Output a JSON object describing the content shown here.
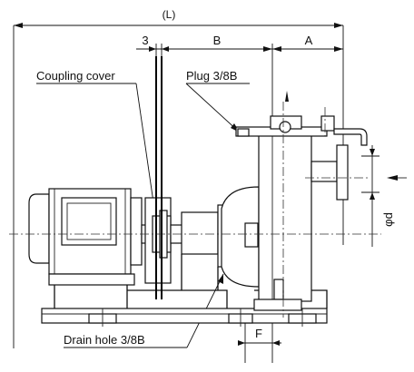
{
  "dimensions": {
    "overall_length": "(L)",
    "coupling_gap": "3",
    "b": "B",
    "a": "A",
    "f": "F",
    "outlet_diameter": "φd"
  },
  "callouts": {
    "coupling_cover": "Coupling cover",
    "plug": "Plug 3/8B",
    "drain_hole": "Drain hole 3/8B"
  }
}
